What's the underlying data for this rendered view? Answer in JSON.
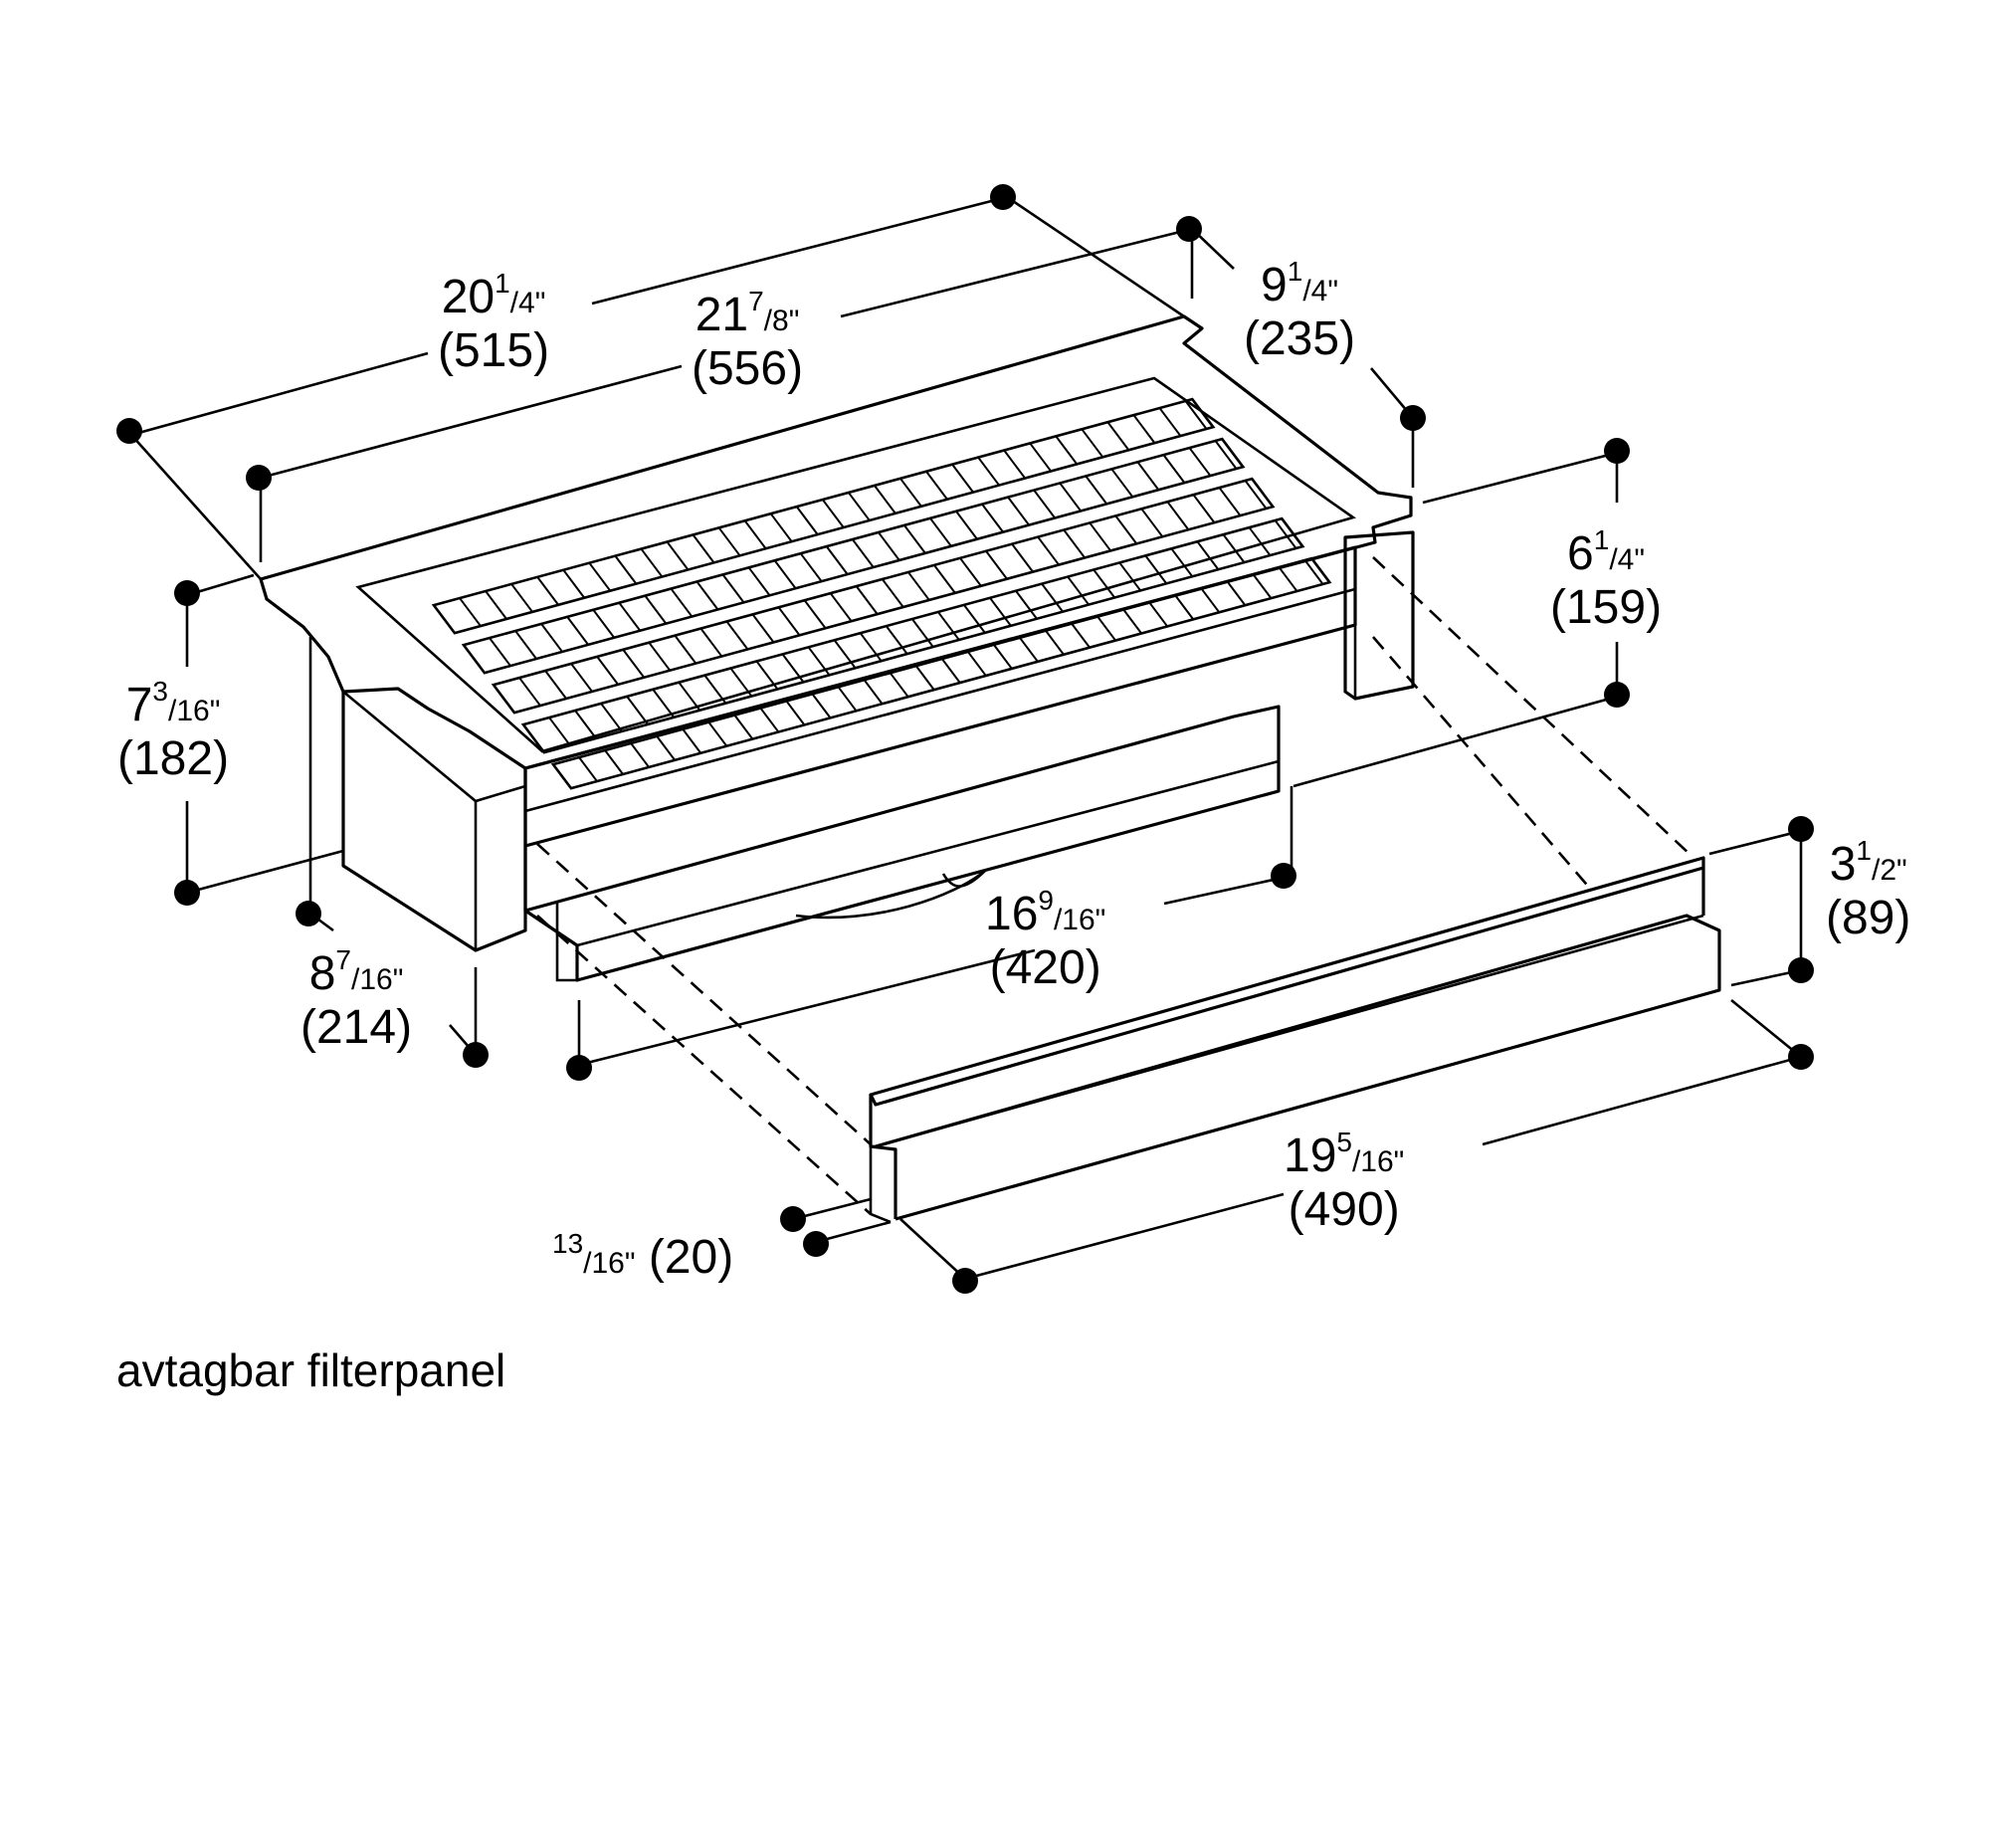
{
  "caption": "avtagbar filterpanel",
  "dimensions": {
    "overall_depth": {
      "whole": "20",
      "num": "1",
      "den": "/4\"",
      "metric": "(515)"
    },
    "grille_depth": {
      "whole": "21",
      "num": "7",
      "den": "/8\"",
      "metric": "(556)"
    },
    "grille_width": {
      "whole": "9",
      "num": "1",
      "den": "/4\"",
      "metric": "(235)"
    },
    "side_height": {
      "whole": "6",
      "num": "1",
      "den": "/4\"",
      "metric": "(159)"
    },
    "front_height": {
      "whole": "7",
      "num": "3",
      "den": "/16\"",
      "metric": "(182)"
    },
    "base_depth": {
      "whole": "8",
      "num": "7",
      "den": "/16\"",
      "metric": "(214)"
    },
    "body_length": {
      "whole": "16",
      "num": "9",
      "den": "/16\"",
      "metric": "(420)"
    },
    "panel_height": {
      "whole": "3",
      "num": "1",
      "den": "/2\"",
      "metric": "(89)"
    },
    "panel_length": {
      "whole": "19",
      "num": "5",
      "den": "/16\"",
      "metric": "(490)"
    },
    "panel_thickness": {
      "whole": "",
      "num": "13",
      "den": "/16\"",
      "metric": "(20)"
    }
  }
}
